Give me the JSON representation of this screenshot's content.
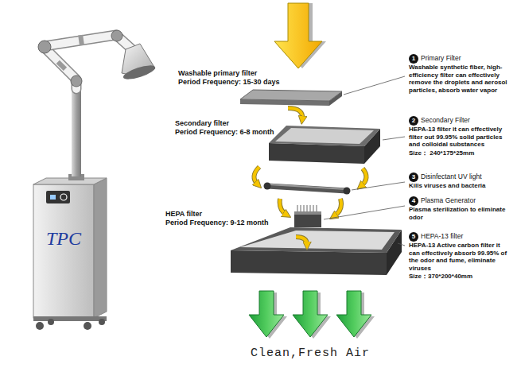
{
  "diagram": {
    "nodes": [
      {
        "text": [
          "1"
        ]
      },
      {
        "text": [
          "2"
        ]
      },
      {
        "text": [
          "3"
        ]
      },
      {
        "text": [
          "4"
        ]
      },
      {
        "text": [
          "5"
        ]
      }
    ],
    "labels": [
      "TPC",
      "Washable primary filter",
      "Period Frequency: 15-30 days",
      "Primary Filter",
      "Washable synthetic fiber, high-efficiency filter can effectively remove the droplets and aerosol particles, absorb water vapor",
      "Secondary filter",
      "Period Frequency: 6-8 month",
      "Secondary Filter",
      "HEPA-13 filter it can effectively filter out 99.95% solid particles and colloidal substances",
      "Size： 240*175*25mm",
      "Disinfectant UV light",
      "Kills viruses and bacteria",
      "Plasma Generator",
      "Plasma sterilization to eliminate odor",
      "HEPA filter",
      "Period Frequency: 9-12 month",
      "HEPA-13 filter",
      "HEPA-13 Active carbon filter it can effectively absorb 99.95% of the odor and fume, eliminate viruses",
      "Size：370*200*40mm",
      "Clean,Fresh Air"
    ]
  }
}
